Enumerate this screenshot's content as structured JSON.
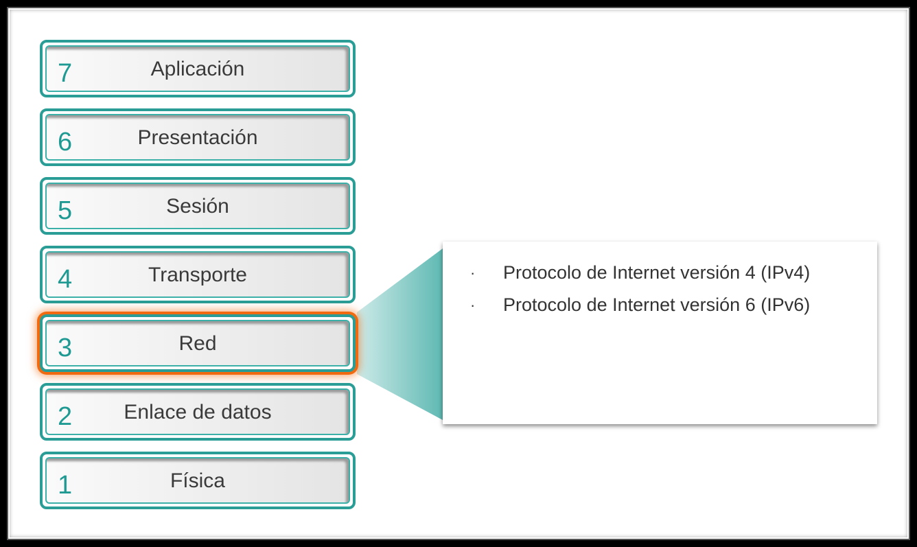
{
  "layers": [
    {
      "num": "7",
      "name": "Aplicación"
    },
    {
      "num": "6",
      "name": "Presentación"
    },
    {
      "num": "5",
      "name": "Sesión"
    },
    {
      "num": "4",
      "name": "Transporte"
    },
    {
      "num": "3",
      "name": "Red"
    },
    {
      "num": "2",
      "name": "Enlace de datos"
    },
    {
      "num": "1",
      "name": "Física"
    }
  ],
  "active_layer": "3",
  "callout": {
    "items": [
      "Protocolo de Internet versión 4 (IPv4)",
      "Protocolo de Internet versión 6 (IPv6)"
    ],
    "bullet": "·"
  },
  "colors": {
    "teal": "#2a9d96",
    "highlight": "#f26a10"
  }
}
